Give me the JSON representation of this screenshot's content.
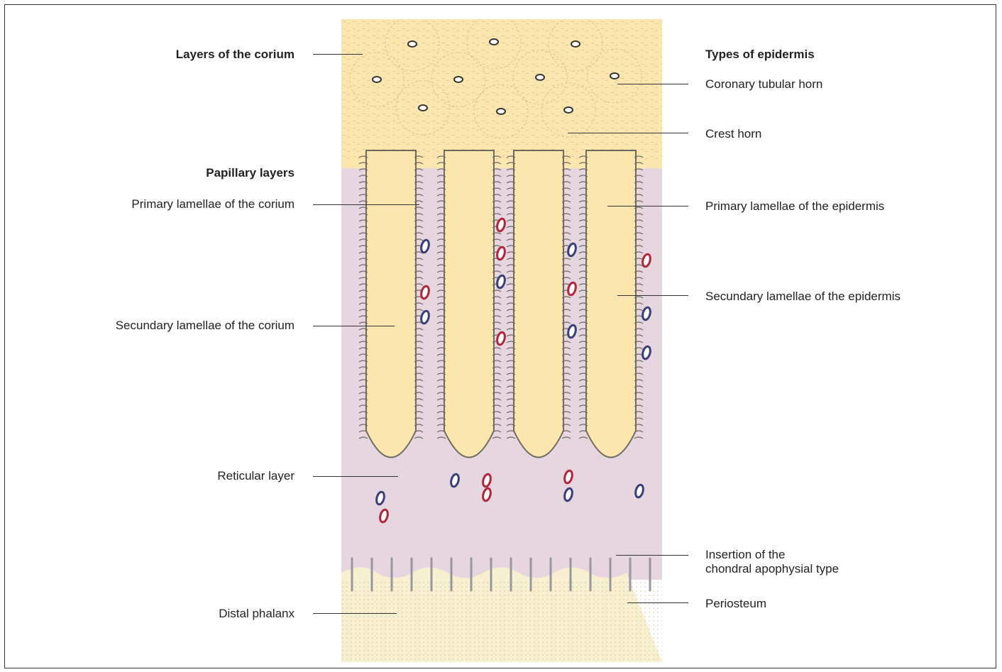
{
  "left_labels": {
    "layers_of_corium": "Layers of the corium",
    "papillary_layers": "Papillary layers",
    "primary_lamellae_corium": "Primary lamellae of the corium",
    "secundary_lamellae_corium": "Secundary lamellae of the corium",
    "reticular_layer": "Reticular layer",
    "distal_phalanx": "Distal phalanx"
  },
  "right_labels": {
    "types_of_epidermis": "Types of epidermis",
    "coronary_tubular_horn": "Coronary tubular horn",
    "crest_horn": "Crest horn",
    "primary_lamellae_epidermis": "Primary lamellae of the epidermis",
    "secundary_lamellae_epidermis": "Secundary lamellae of the epidermis",
    "insertion_line1": "Insertion of the",
    "insertion_line2": "chondral apophysial type",
    "periosteum": "Periosteum"
  },
  "colors": {
    "epidermis": "#fbe7ad",
    "corium": "#e6d6df",
    "bone": "#f7f0d0",
    "lamella_outline": "#6e6a60",
    "artery": "#b0263a",
    "vein": "#3a3f7a"
  }
}
